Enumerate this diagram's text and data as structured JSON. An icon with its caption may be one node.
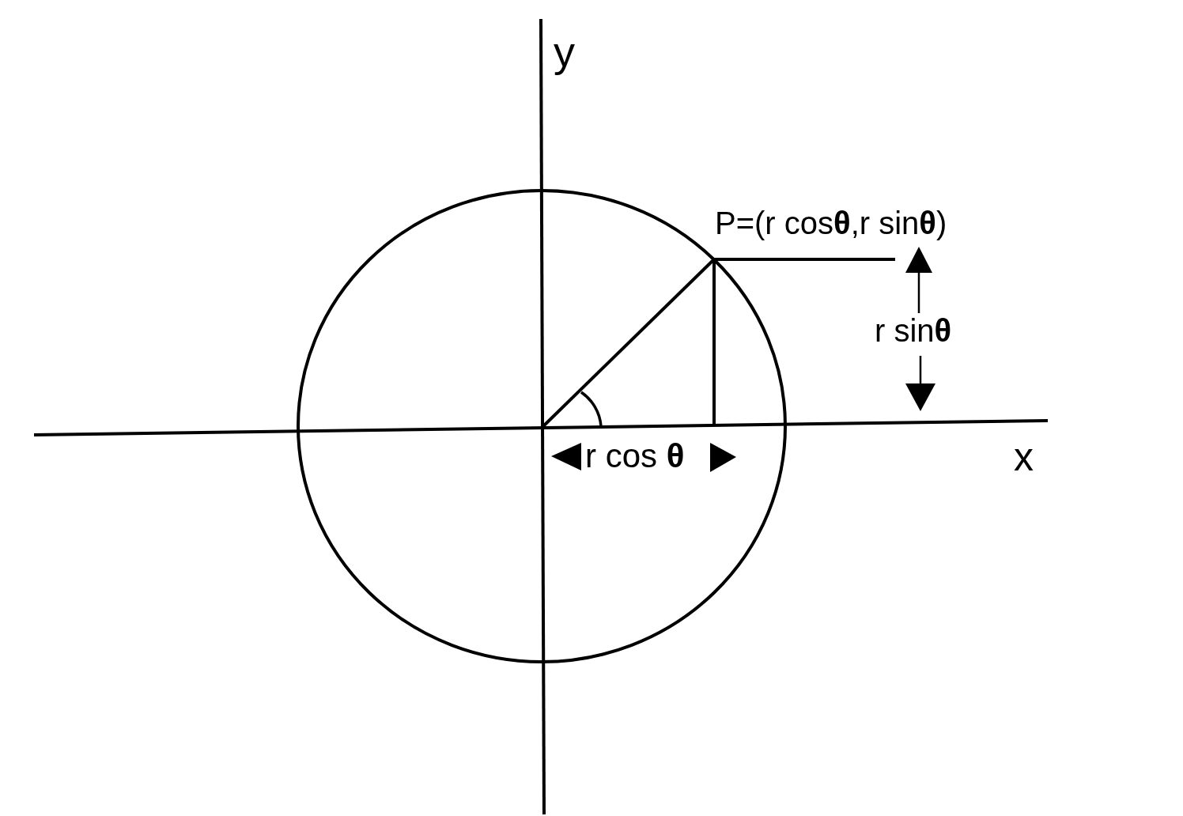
{
  "diagram": {
    "labels": [
      "y",
      "P=(r cos**θ**,r sin**θ**)",
      "r sin**θ**",
      "r cos **θ**",
      "x"
    ]
  }
}
